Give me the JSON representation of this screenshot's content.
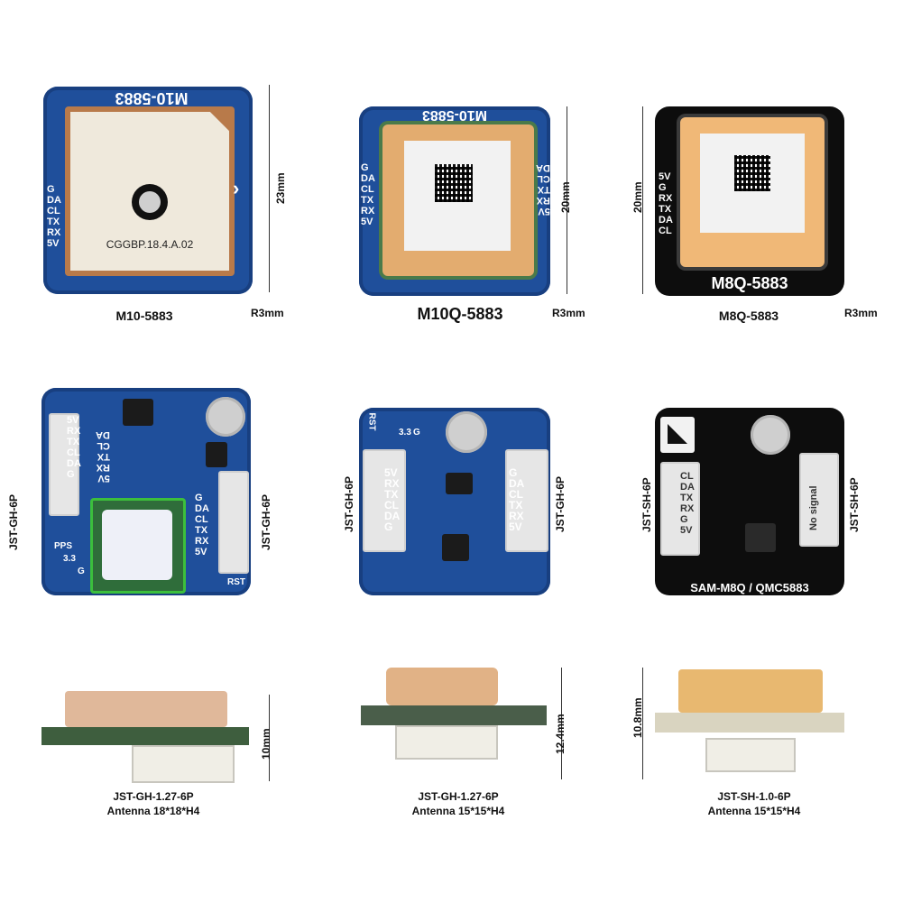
{
  "modules": [
    {
      "name": "M10-5883",
      "silk": "M10-5883",
      "antenna_text": "CGGBP.18.4.A.02",
      "pins": [
        "G",
        "DA",
        "CL",
        "TX",
        "RX",
        "5V"
      ],
      "height_dim": "23mm",
      "radius": "R3mm"
    },
    {
      "name": "M10Q-5883",
      "silk": "M10-5883",
      "pins_left": [
        "G",
        "DA",
        "CL",
        "TX",
        "RX",
        "5V"
      ],
      "pins_right": [
        "5V",
        "RX",
        "TX",
        "CL",
        "DA"
      ],
      "height_dim": "20mm",
      "radius": "R3mm"
    },
    {
      "name": "M8Q-5883",
      "silk": "M8Q-5883",
      "pins": [
        "5V",
        "G",
        "RX",
        "TX",
        "DA",
        "CL"
      ],
      "height_dim": "20mm",
      "radius": "R3mm"
    }
  ],
  "backs": [
    {
      "left_conn": "JST-GH-6P",
      "right_conn": "JST-GH-6P",
      "pins_left": [
        "5V",
        "RX",
        "TX",
        "CL",
        "DA",
        "G"
      ],
      "pins_mid": [
        "5V",
        "RX",
        "TX",
        "CL",
        "DA"
      ],
      "pins_right": [
        "G",
        "DA",
        "CL",
        "TX",
        "RX",
        "5V"
      ],
      "labels": {
        "pps": "PPS",
        "v33": "3.3",
        "g": "G",
        "rst": "RST"
      }
    },
    {
      "left_conn": "JST-GH-6P",
      "right_conn": "JST-GH-6P",
      "pins_left": [
        "5V",
        "RX",
        "TX",
        "CL",
        "DA",
        "G"
      ],
      "pins_right": [
        "G",
        "DA",
        "CL",
        "TX",
        "RX",
        "5V"
      ],
      "labels": {
        "rst": "RST",
        "v33": "3.3",
        "g": "G"
      }
    },
    {
      "left_conn": "JST-SH-6P",
      "right_conn": "JST-SH-6P",
      "pins_left": [
        "CL",
        "DA",
        "TX",
        "RX",
        "G",
        "5V"
      ],
      "right_label": "No signal",
      "bottom_label": "SAM-M8Q / QMC5883"
    }
  ],
  "sides": [
    {
      "connector": "JST-GH-1.27-6P",
      "antenna": "Antenna 18*18*H4",
      "height_dim": "10mm"
    },
    {
      "connector": "JST-GH-1.27-6P",
      "antenna": "Antenna 15*15*H4",
      "height_dim": "12.4mm"
    },
    {
      "connector": "JST-SH-1.0-6P",
      "antenna": "Antenna 15*15*H4",
      "height_dim": "10.8mm"
    }
  ]
}
